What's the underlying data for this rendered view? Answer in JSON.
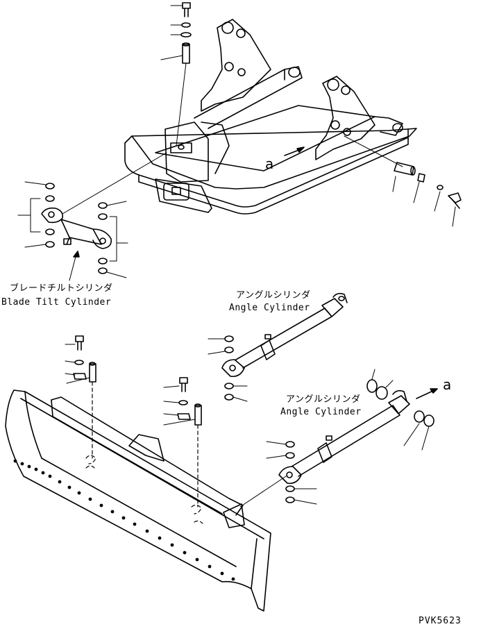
{
  "labels": {
    "blade_tilt_jp": "ブレードチルトシリンダ",
    "blade_tilt_en": "Blade Tilt Cylinder",
    "angle_upper_jp": "アングルシリンダ",
    "angle_upper_en": "Angle Cylinder",
    "angle_lower_jp": "アングルシリンダ",
    "angle_lower_en": "Angle Cylinder"
  },
  "markers": {
    "a_frame": "a",
    "a_cylinder": "a"
  },
  "drawing_code": "PVK5623"
}
